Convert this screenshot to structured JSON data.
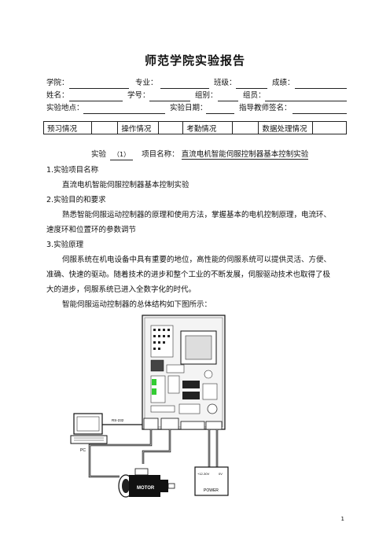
{
  "header": {
    "title": "师范学院实验报告"
  },
  "info": {
    "college": "学院：",
    "major": "专业：",
    "class_no": "班级：",
    "score": "成绩：",
    "name": "姓名：",
    "student_id": "学号：",
    "group_id": "组别：",
    "members": "组员：",
    "location": "实验地点：",
    "date": "实验日期：",
    "advisor": "指导教师签名："
  },
  "status_table": {
    "cells": [
      "预习情况",
      "",
      "操作情况",
      "",
      "考勤情况",
      "",
      "数据处理情况",
      ""
    ]
  },
  "experiment": {
    "prefix": "实验",
    "number": "（1）",
    "name_label": "项目名称：",
    "name": "直流电机智能伺服控制器基本控制实验"
  },
  "sections": {
    "s1_title": "1.实验项目名称",
    "s1_body": "直流电机智能伺服控制器基本控制实验",
    "s2_title": "2.实验目的和要求",
    "s2_body_1": "熟悉智能伺服运动控制器的原理和使用方法，掌握基本的电机控制原理，电流环、",
    "s2_body_2": "速度环和位置环的参数调节",
    "s3_title": "3.实验原理",
    "s3_body_1": "伺服系统在机电设备中具有重要的地位，高性能的伺服系统可以提供灵活、方便、",
    "s3_body_2": "准确、快速的驱动。随着技术的进步和整个工业的不断发展，伺服驱动技术也取得了极",
    "s3_body_3": "大的进步，伺服系统已进入全数字化的时代。",
    "s3_body_4": "智能伺服运动控制器的总体结构如下图所示："
  },
  "diagram": {
    "pc_label": "PC",
    "rs232_label": "RS-232",
    "motor_label": "MOTOR",
    "power_label": "POWER",
    "power_voltage": "+12-30V",
    "power_gnd": "0V"
  },
  "footer": {
    "page_number": "1"
  }
}
